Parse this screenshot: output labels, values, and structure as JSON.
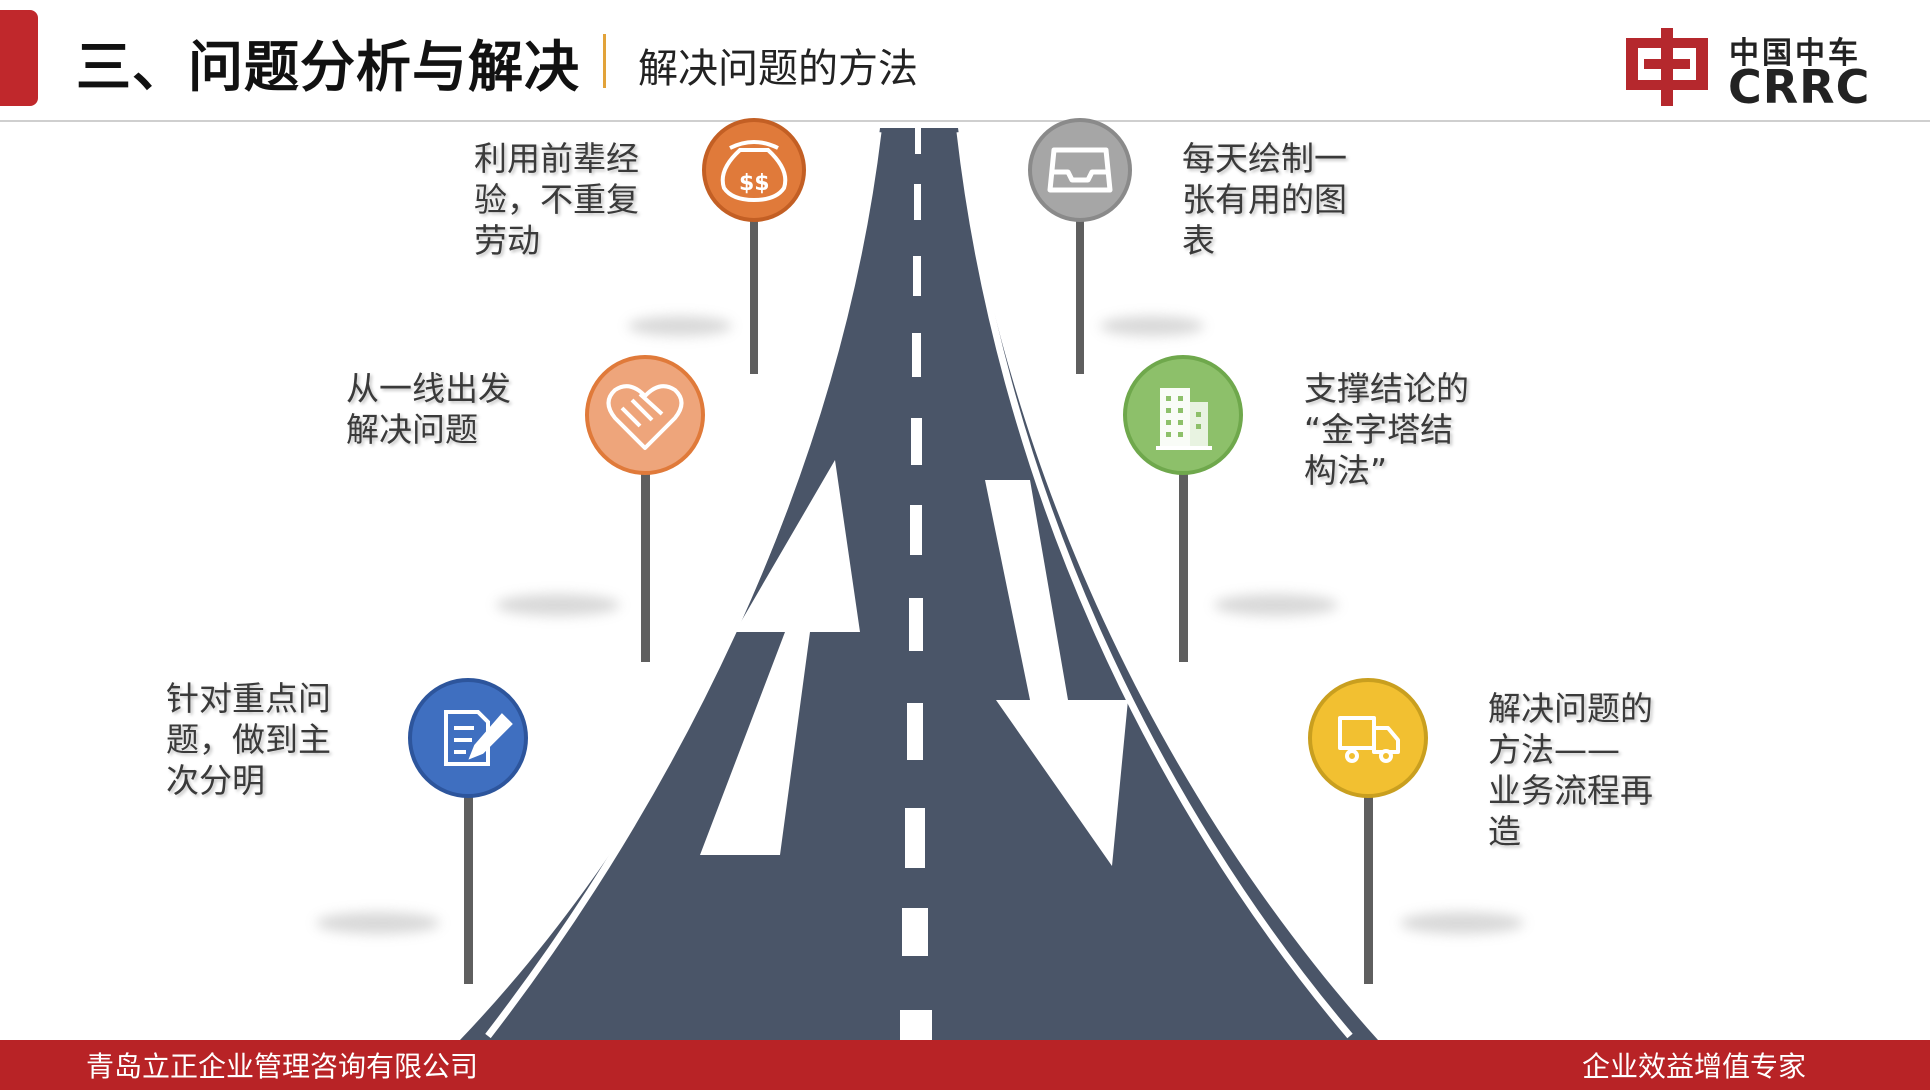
{
  "header": {
    "title": "三、问题分析与解决",
    "subtitle": "解决问题的方法",
    "logo_cn": "中国中车",
    "logo_en": "CRRC"
  },
  "methods": [
    {
      "label": "利用前辈经验，不重复劳动",
      "lines": [
        "利用前辈经",
        "验，不重复",
        "劳动"
      ],
      "icon": "money-bag-icon",
      "color": "#e07a3a"
    },
    {
      "label": "从一线出发解决问题",
      "lines": [
        "从一线出发",
        "解决问题"
      ],
      "icon": "handshake-heart-icon",
      "color": "#eea57b"
    },
    {
      "label": "针对重点问题，做到主次分明",
      "lines": [
        "针对重点问",
        "题，做到主",
        "次分明"
      ],
      "icon": "document-pen-icon",
      "color": "#3f6fc0"
    },
    {
      "label": "每天绘制一张有用的图表",
      "lines": [
        "每天绘制一",
        "张有用的图",
        "表"
      ],
      "icon": "inbox-tray-icon",
      "color": "#a6a6a6"
    },
    {
      "label": "支撑结论的“金字塔结构法”",
      "lines": [
        "支撑结论的",
        "“金字塔结",
        "构法”"
      ],
      "icon": "building-icon",
      "color": "#8dc06a"
    },
    {
      "label": "解决问题的方法——业务流程再造",
      "lines": [
        "解决问题的",
        "方法——",
        "业务流程再",
        "造"
      ],
      "icon": "truck-icon",
      "color": "#f2c031"
    }
  ],
  "colors": {
    "road": "#4a5568",
    "brand_red": "#c0282c",
    "footer_red": "#b82326"
  },
  "footer": {
    "left": "青岛立正企业管理咨询有限公司",
    "right": "企业效益增值专家"
  }
}
